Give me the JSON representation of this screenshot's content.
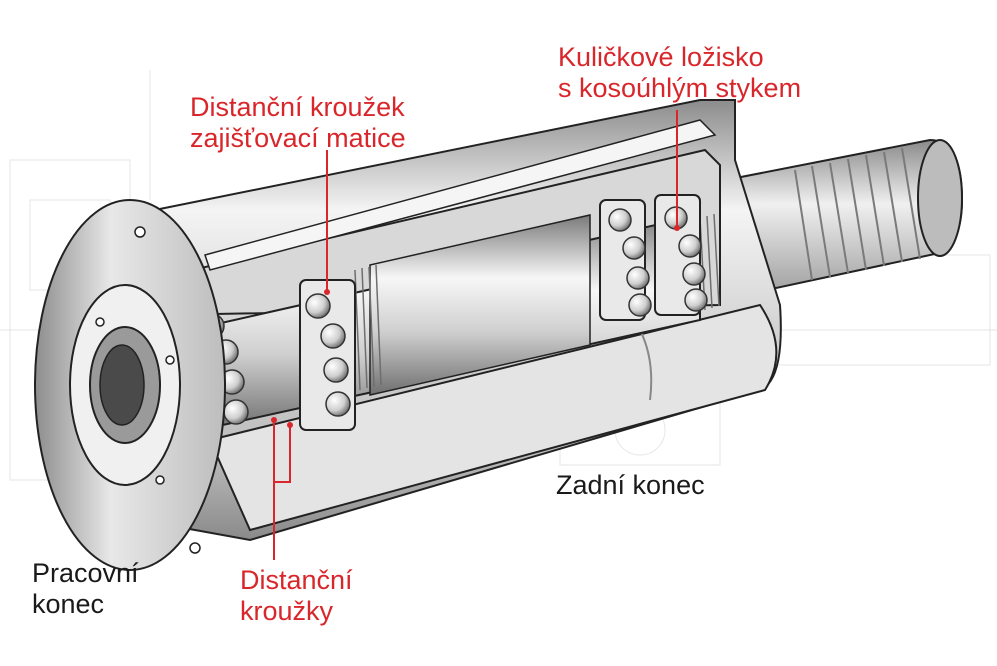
{
  "labels": {
    "locknut_spacer": [
      "Distanční kroužek",
      "zajišťovací matice"
    ],
    "angular_bearing": [
      "Kuličkové ložisko",
      "s kosoúhlým stykem"
    ],
    "rear_end": "Zadní konec",
    "working_end": [
      "Pracovní",
      "konec"
    ],
    "spacer_rings": [
      "Distanční",
      "kroužky"
    ]
  },
  "colors": {
    "callout": "#d9262b",
    "text": "#1a1a1a",
    "metal_light": "#f2f2f2",
    "metal_mid": "#c9c9c9",
    "metal_dark": "#6e6e6e",
    "outline": "#222222"
  }
}
